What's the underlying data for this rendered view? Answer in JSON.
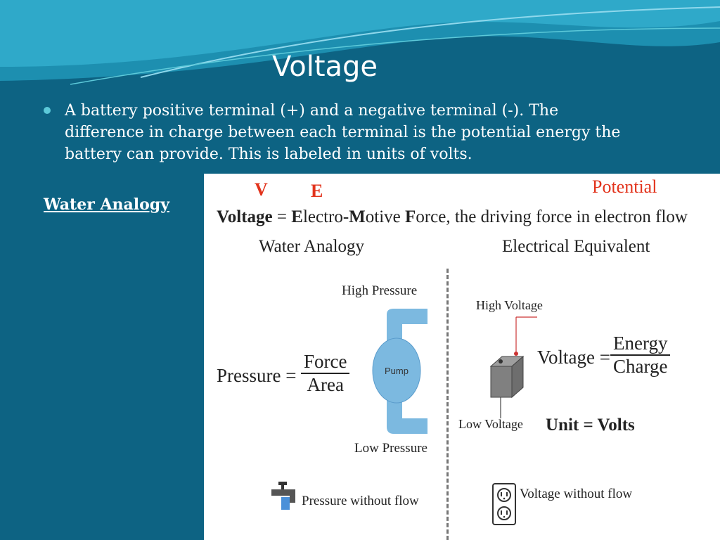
{
  "slide": {
    "title": "Voltage",
    "bullet": "A battery positive terminal (+) and a negative terminal (-). The difference in charge between each terminal is the potential energy the battery can provide. This is labeled in units of volts.",
    "side_link": "Water Analogy"
  },
  "figure": {
    "red_v": "V",
    "red_e": "E",
    "red_potential": "Potential",
    "definition_prefix_bold": "Voltage",
    "definition_eq": " = ",
    "definition_e": "E",
    "definition_e_rest": "lectro-",
    "definition_m": "M",
    "definition_m_rest": "otive ",
    "definition_f": "F",
    "definition_f_rest": "orce, the driving force in electron flow",
    "water_heading": "Water Analogy",
    "elec_heading": "Electrical Equivalent",
    "high_pressure": "High Pressure",
    "low_pressure": "Low Pressure",
    "pump_label": "Pump",
    "pressure_lhs": "Pressure =",
    "pressure_num": "Force",
    "pressure_den": "Area",
    "high_voltage": "High Voltage",
    "low_voltage": "Low Voltage",
    "voltage_lhs": "Voltage =",
    "voltage_num": "Energy",
    "voltage_den": "Charge",
    "unit": "Unit = Volts",
    "pressure_no_flow": "Pressure without flow",
    "voltage_no_flow": "Voltage without flow"
  },
  "colors": {
    "background": "#0d6383",
    "bullet": "#5cc9d9",
    "red": "#e2331c",
    "pump": "#7cb9e0"
  }
}
